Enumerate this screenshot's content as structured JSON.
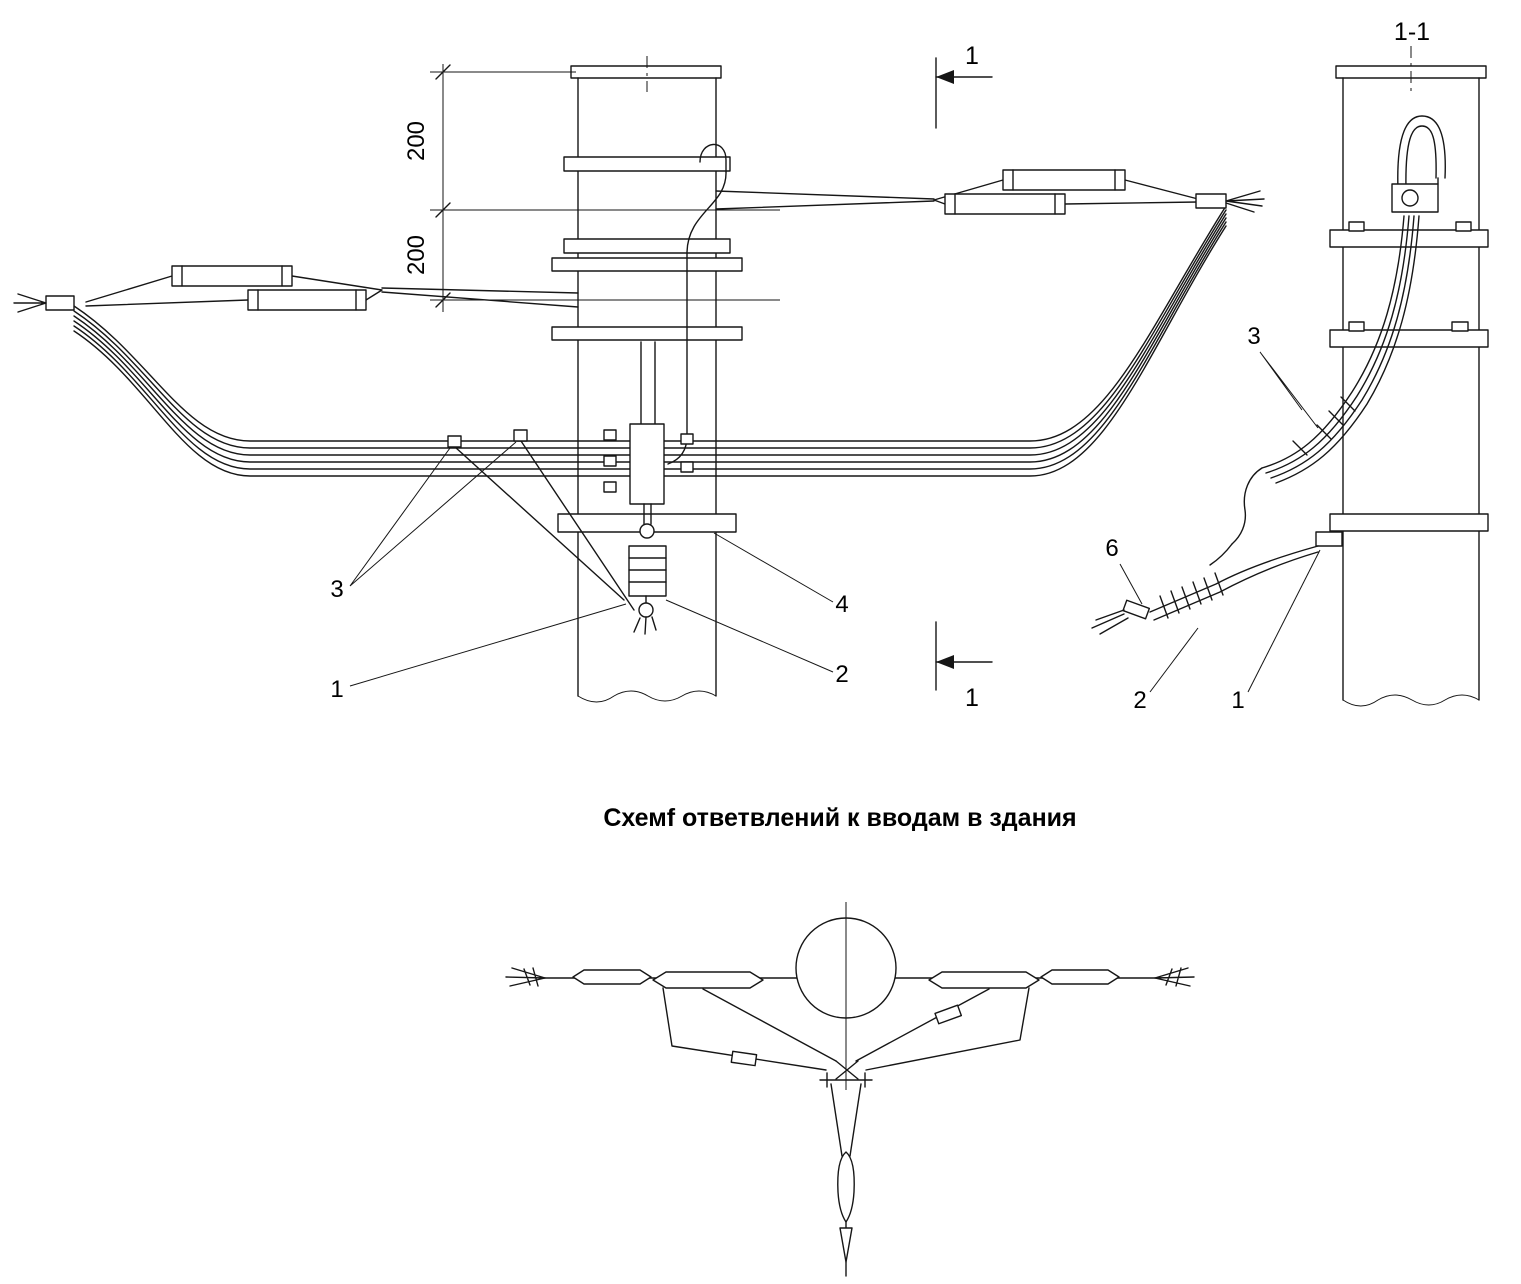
{
  "drawing": {
    "title": "Схемf ответвлений к вводам в здания",
    "section_label": "1-1",
    "dim_top": "200",
    "dim_bottom": "200",
    "marker_top": "1",
    "marker_bottom": "1",
    "front_callouts": {
      "n3": "3",
      "n1": "1",
      "n4": "4",
      "n2": "2"
    },
    "side_callouts": {
      "n3": "3",
      "n6": "6",
      "n2": "2",
      "n1": "1"
    },
    "colors": {
      "line": "#161616",
      "background": "#ffffff"
    }
  }
}
